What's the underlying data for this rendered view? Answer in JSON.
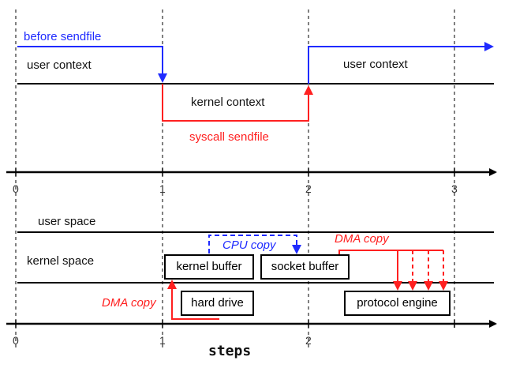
{
  "top_panel": {
    "before_label": "before sendfile",
    "user_context_left": "user context",
    "user_context_right": "user context",
    "kernel_context": "kernel context",
    "syscall_label": "syscall sendfile",
    "ticks": [
      "0",
      "1",
      "2",
      "3"
    ]
  },
  "bottom_panel": {
    "user_space": "user space",
    "kernel_space": "kernel space",
    "cpu_copy": "CPU copy",
    "dma_copy_left": "DMA copy",
    "dma_copy_right": "DMA copy",
    "kernel_buffer": "kernel buffer",
    "socket_buffer": "socket buffer",
    "hard_drive": "hard drive",
    "protocol_engine": "protocol engine",
    "ticks": [
      "0",
      "1",
      "2"
    ],
    "axis_title": "steps"
  },
  "colors": {
    "control_flow": "#1f2bff",
    "syscall": "#ff2020",
    "lines": "#000000"
  }
}
